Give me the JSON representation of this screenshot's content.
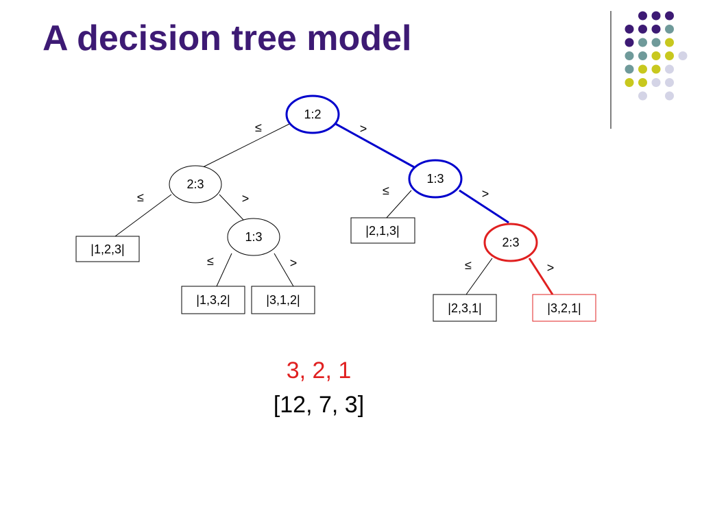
{
  "title": "A decision tree model",
  "colors": {
    "title": "#3d1a74",
    "decision_path": "#0000cc",
    "final_path": "#e02020",
    "default": "#000000",
    "dot_purple": "#3d1a74",
    "dot_teal": "#6f9a9a",
    "dot_yellow": "#c8c81e",
    "dot_lavender": "#d4d4e6",
    "divider": "#555555"
  },
  "tree": {
    "nodes": {
      "root": {
        "label": "1:2",
        "state": "path"
      },
      "left_cmp": {
        "label": "2:3",
        "state": "normal"
      },
      "left_right_cmp": {
        "label": "1:3",
        "state": "normal"
      },
      "right_cmp": {
        "label": "1:3",
        "state": "path"
      },
      "right_right_cmp": {
        "label": "2:3",
        "state": "final"
      }
    },
    "leaves": {
      "leaf_123": {
        "label": "|1,2,3|",
        "state": "normal"
      },
      "leaf_132": {
        "label": "|1,3,2|",
        "state": "normal"
      },
      "leaf_312": {
        "label": "|3,1,2|",
        "state": "normal"
      },
      "leaf_213": {
        "label": "|2,1,3|",
        "state": "normal"
      },
      "leaf_231": {
        "label": "|2,3,1|",
        "state": "normal"
      },
      "leaf_321": {
        "label": "|3,2,1|",
        "state": "final"
      }
    },
    "branch_labels": {
      "le": "≤",
      "gt": ">"
    }
  },
  "result": {
    "order": "3, 2, 1",
    "array": "[12, 7, 3]"
  }
}
